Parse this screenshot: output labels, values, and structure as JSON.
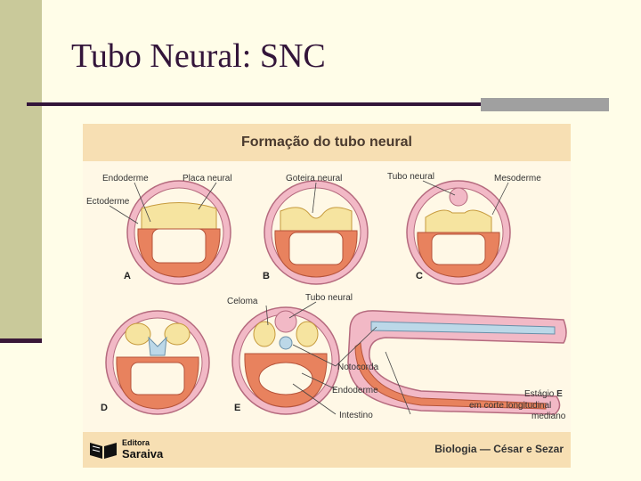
{
  "slide": {
    "title": "Tubo Neural: SNC"
  },
  "figure": {
    "title": "Formação do tubo neural",
    "labels": {
      "endoderme": "Endoderme",
      "placa_neural": "Placa neural",
      "ectoderme": "Ectoderme",
      "goteira_neural": "Goteira neural",
      "tubo_neural": "Tubo neural",
      "mesoderme": "Mesoderme",
      "celoma": "Celoma",
      "tubo_neural_2": "Tubo neural",
      "notocorda": "Notocorda",
      "endoderme_2": "Endoderme",
      "intestino": "Intestino",
      "estagio_1": "Estágio",
      "estagio_letter": "E",
      "estagio_2": "em corte longitudinal",
      "estagio_3": "mediano"
    },
    "stages": {
      "a": "A",
      "b": "B",
      "c": "C",
      "d": "D",
      "e": "E"
    },
    "publisher": {
      "line1": "Editora",
      "line2": "Saraiva"
    },
    "credit": "Biologia — César e Sezar"
  }
}
